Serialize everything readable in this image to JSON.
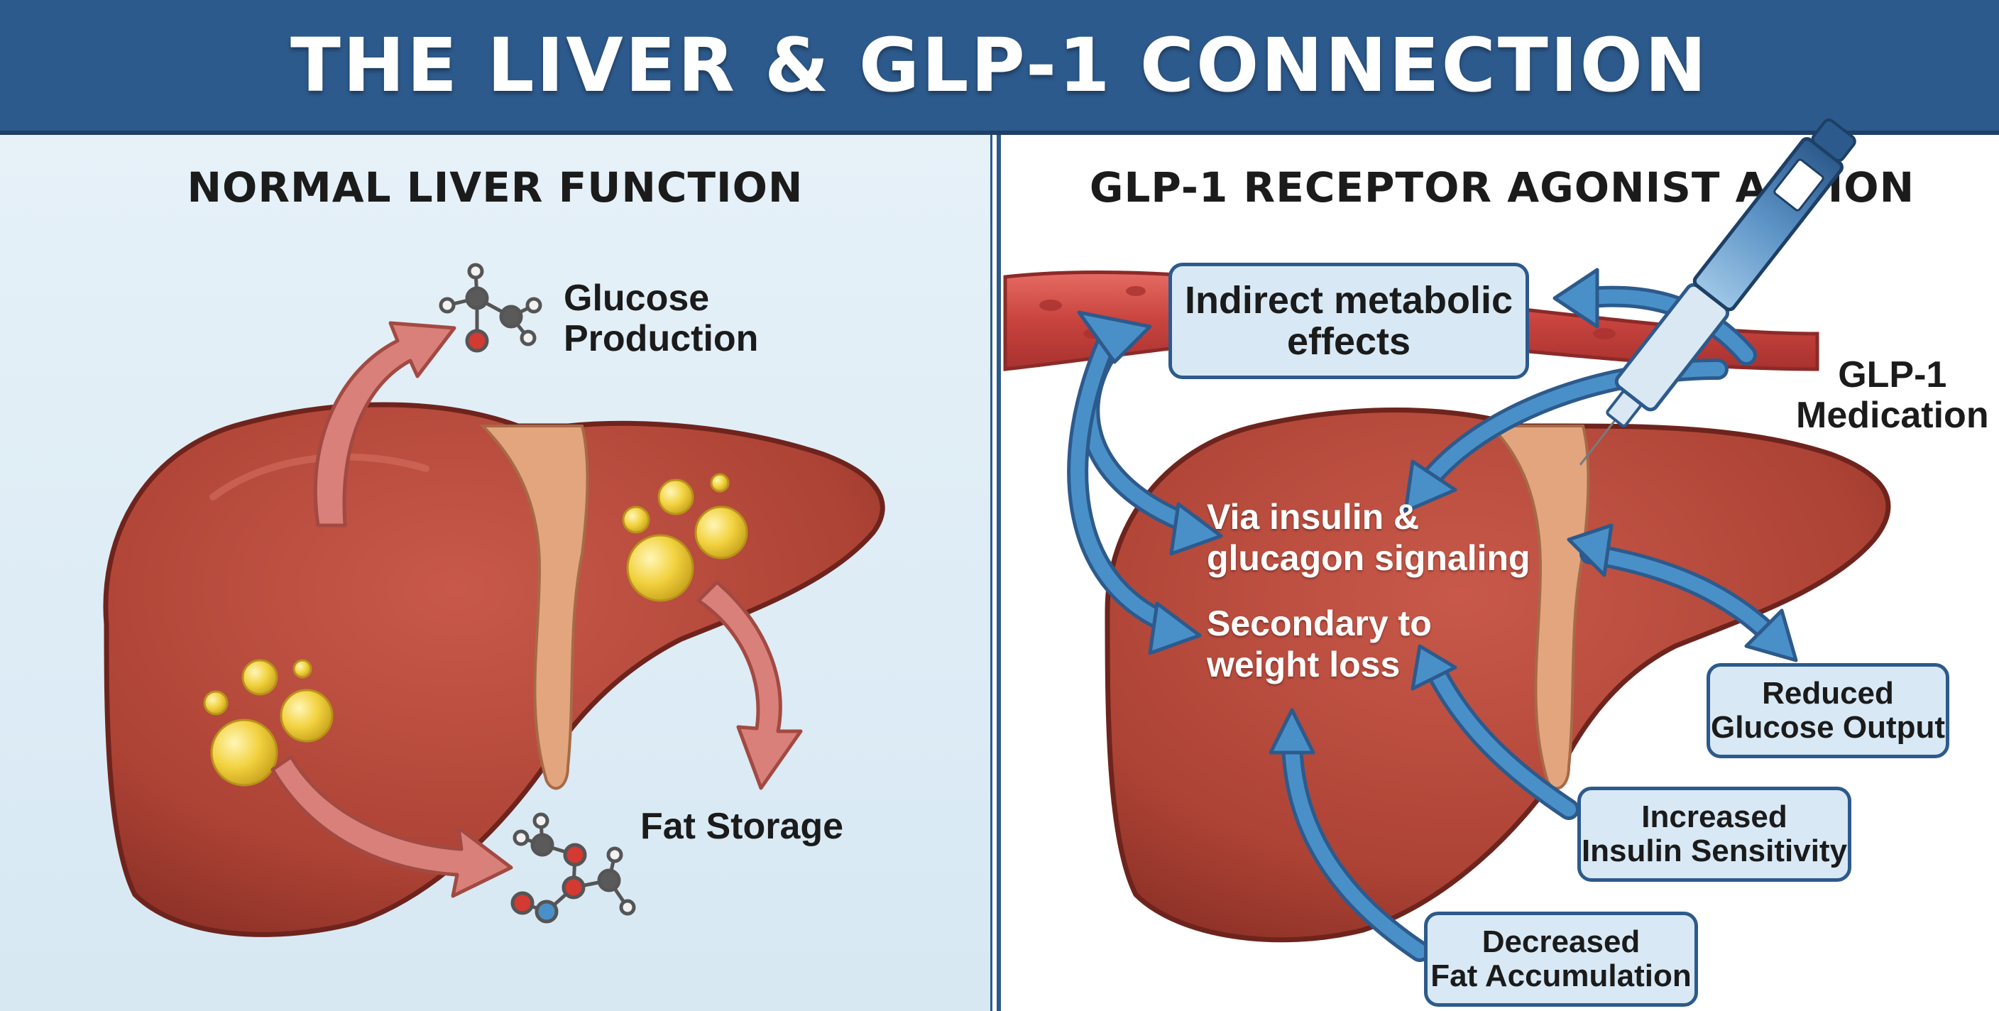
{
  "title": "THE LIVER & GLP-1 CONNECTION",
  "left_panel": {
    "heading": "NORMAL LIVER FUNCTION",
    "glucose_label": "Glucose\nProduction",
    "fat_label": "Fat Storage"
  },
  "right_panel": {
    "heading": "GLP-1 RECEPTOR AGONIST ACTION",
    "indirect_box": "Indirect metabolic\neffects",
    "medication_label": "GLP-1\nMedication",
    "signaling_text": "Via insulin &\nglucagon signaling",
    "weight_text": "Secondary to\nweight loss",
    "reduced_box": "Reduced\nGlucose Output",
    "insulin_box": "Increased\nInsulin Sensitivity",
    "fat_box": "Decreased\nFat Accumulation"
  },
  "colors": {
    "header": "#2d5a8c",
    "liver": "#b5483a",
    "liver_dark": "#7e2a22",
    "ligament": "#e2a57e",
    "fat_droplet": "#f2d23f",
    "gallbladder": "#6fa64a",
    "red_arrow": "#d9807a",
    "blue_arrow": "#4a90c8",
    "vessel": "#c94a4a",
    "box_fill": "#d8e9f5"
  }
}
